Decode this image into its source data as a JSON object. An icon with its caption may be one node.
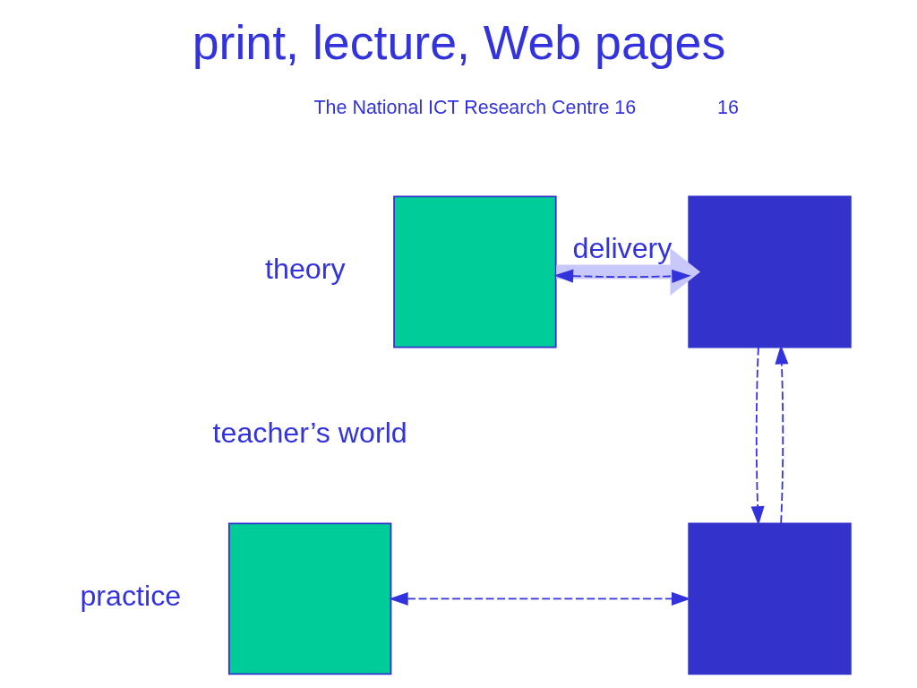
{
  "diagram": {
    "title": "print, lecture, Web pages",
    "nodes": [
      {
        "text": [],
        "shape": "box",
        "beside": [
          "theory"
        ]
      },
      {
        "text": [],
        "shape": "box"
      },
      {
        "text": [],
        "shape": "box",
        "beside": [
          "teacher’s world",
          "practice"
        ]
      },
      {
        "text": [],
        "shape": "box"
      }
    ],
    "edges": [
      {
        "from": 0,
        "to": 1,
        "arrow": "to",
        "label": "delivery",
        "style": "thick",
        "color": "#c8c8fa"
      },
      {
        "from": 0,
        "to": 1,
        "arrow": "both",
        "style": "dashed"
      },
      {
        "from": 3,
        "to": 1,
        "arrow": "to",
        "style": "dashed"
      },
      {
        "from": 1,
        "to": 3,
        "arrow": "to",
        "style": "dashed"
      },
      {
        "from": 2,
        "to": 3,
        "arrow": "both",
        "style": "dashed"
      }
    ],
    "labels": [
      "The National ICT Research Centre 16",
      "16"
    ]
  }
}
